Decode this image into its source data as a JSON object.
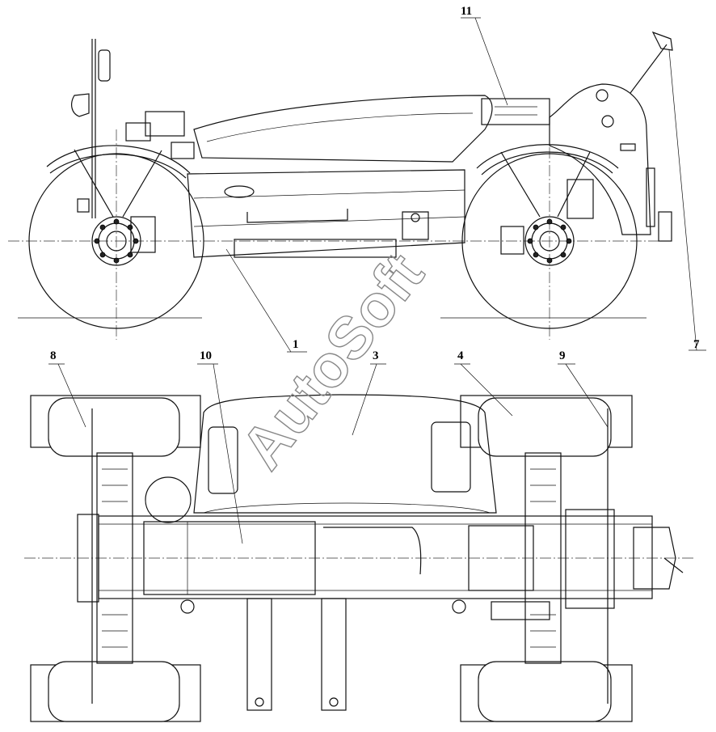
{
  "watermark": "AutoSoft",
  "callouts": {
    "c1": "1",
    "c3": "3",
    "c4": "4",
    "c7": "7",
    "c8": "8",
    "c9": "9",
    "c10": "10",
    "c11": "11"
  }
}
